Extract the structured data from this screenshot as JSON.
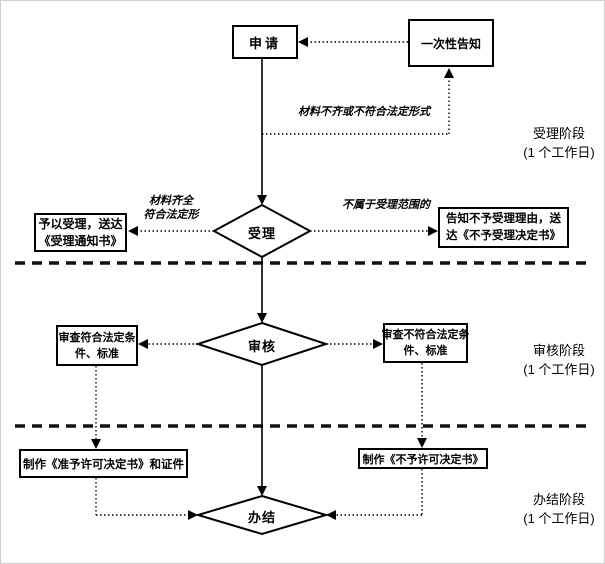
{
  "diagram": {
    "background_color": "#ffffff",
    "line_color": "#000000"
  },
  "nodes": {
    "apply": {
      "label": "申请"
    },
    "one_time_notice": {
      "label": "一次性告知"
    },
    "accept": {
      "label": "受理"
    },
    "review": {
      "label": "审核"
    },
    "finish": {
      "label": "办结"
    },
    "accept_yes": {
      "line1": "予以受理，送达",
      "line2": "《受理通知书》"
    },
    "accept_no": {
      "line1": "告知不予受理理由，送",
      "line2": "达《不予受理决定书》"
    },
    "review_pass": {
      "line1": "审查符合法定条",
      "line2": "件、标准"
    },
    "review_fail": {
      "line1": "审查不符合法定条",
      "line2": "件、标准"
    },
    "make_permit": {
      "label": "制作《准予许可决定书》和证件"
    },
    "make_denial": {
      "label": "制作《不予许可决定书》"
    }
  },
  "edge_labels": {
    "materials_incomplete": "材料不齐或不符合法定形式",
    "materials_complete_line1": "材料齐全",
    "materials_complete_line2": "符合法定形",
    "out_of_scope": "不属于受理范围的"
  },
  "stages": [
    {
      "name": "受理阶段",
      "duration": "(1 个工作日)"
    },
    {
      "name": "审核阶段",
      "duration": "(1 个工作日)"
    },
    {
      "name": "办结阶段",
      "duration": "(1 个工作日)"
    }
  ]
}
